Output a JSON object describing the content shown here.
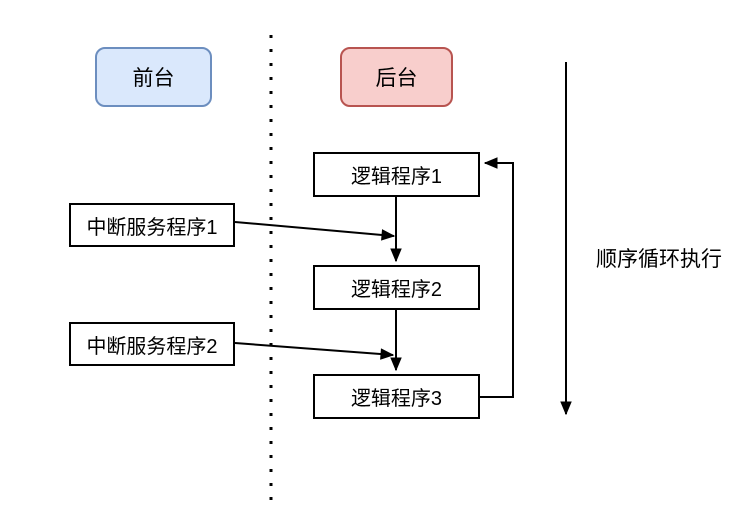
{
  "diagram": {
    "sections": {
      "foreground_label": "前台",
      "background_label": "后台"
    },
    "logic_boxes": [
      "逻辑程序1",
      "逻辑程序2",
      "逻辑程序3"
    ],
    "interrupt_boxes": [
      "中断服务程序1",
      "中断服务程序2"
    ],
    "loop_label": "顺序循环执行",
    "colors": {
      "foreground_fill": "#dae8fc",
      "foreground_border": "#6c8ebf",
      "background_fill": "#f8cecc",
      "background_border": "#b85450",
      "box_fill": "#ffffff",
      "box_border": "#000000",
      "line": "#000000",
      "canvas": "#ffffff"
    }
  }
}
